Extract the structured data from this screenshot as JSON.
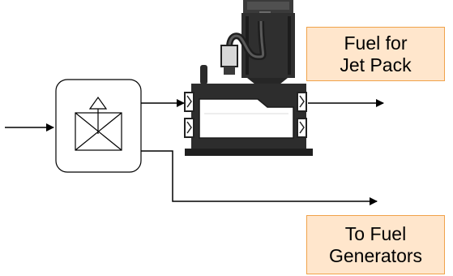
{
  "labels": {
    "fuel_jetpack": {
      "line1": "Fuel for",
      "line2": "Jet Pack"
    },
    "fuel_generators": {
      "line1": "To Fuel",
      "line2": "Generators"
    }
  },
  "colors": {
    "label_fill": "#ffe6cc",
    "label_border": "#f0a24a",
    "machine_dark": "#2b2b2b",
    "machine_mid": "#444444",
    "machine_light": "#ffffff",
    "line": "#000000"
  },
  "icons": {
    "splitter": "smart-splitter-icon",
    "refinery": "refinery-machine-icon"
  }
}
